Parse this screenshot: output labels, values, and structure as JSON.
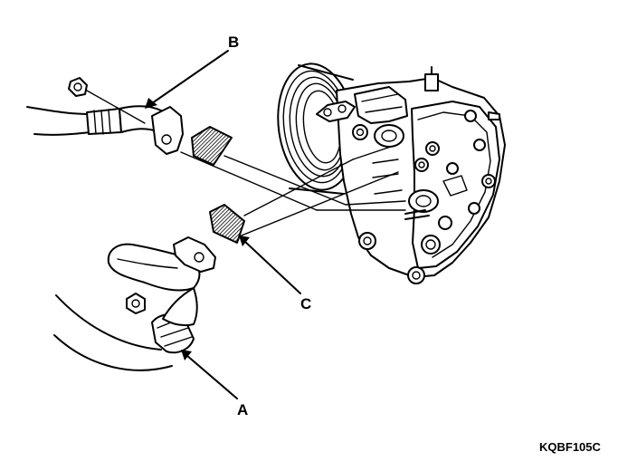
{
  "callouts": {
    "a": "A",
    "b": "B",
    "c": "C"
  },
  "figure_code": "KQBF105C"
}
